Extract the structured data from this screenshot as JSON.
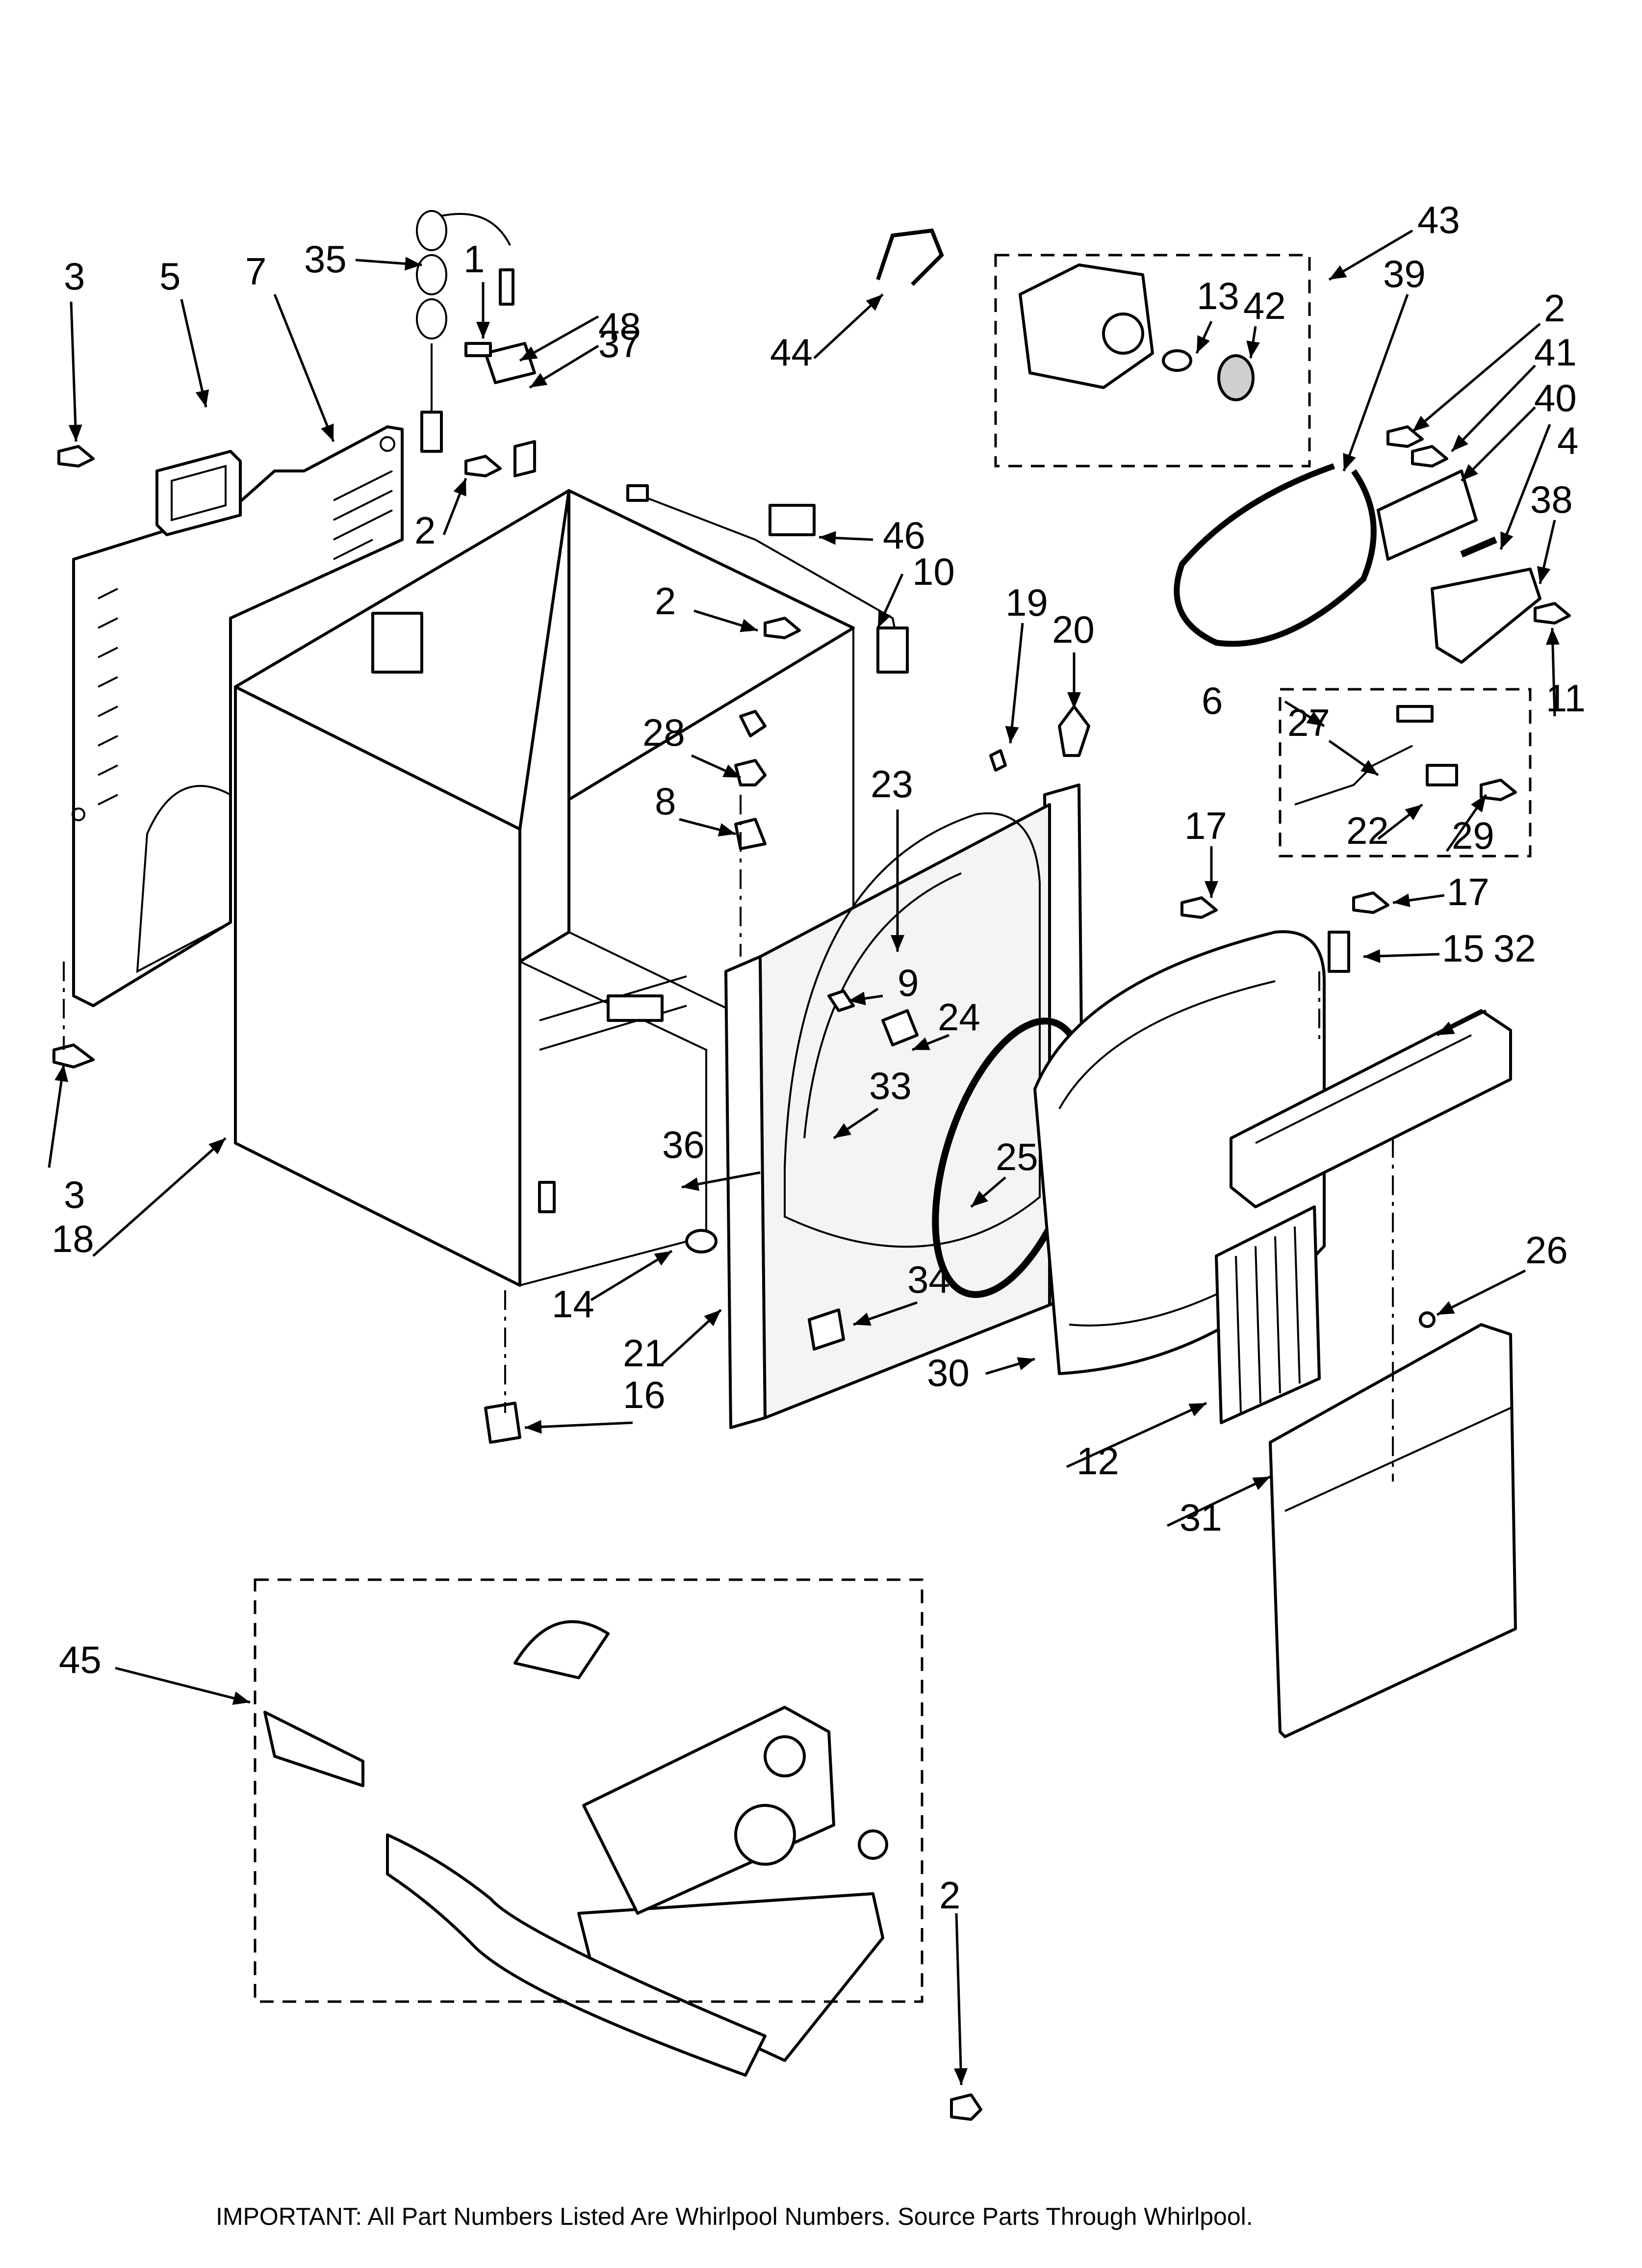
{
  "footer_note": "IMPORTANT: All Part Numbers Listed Are Whirlpool Numbers. Source Parts Through Whirlpool.",
  "callouts": [
    {
      "id": "c1",
      "label": "1"
    },
    {
      "id": "c2a",
      "label": "2"
    },
    {
      "id": "c2b",
      "label": "2"
    },
    {
      "id": "c2c",
      "label": "2"
    },
    {
      "id": "c2d",
      "label": "2"
    },
    {
      "id": "c3a",
      "label": "3"
    },
    {
      "id": "c3b",
      "label": "3"
    },
    {
      "id": "c4",
      "label": "4"
    },
    {
      "id": "c5",
      "label": "5"
    },
    {
      "id": "c6",
      "label": "6"
    },
    {
      "id": "c7",
      "label": "7"
    },
    {
      "id": "c8",
      "label": "8"
    },
    {
      "id": "c9",
      "label": "9"
    },
    {
      "id": "c10",
      "label": "10"
    },
    {
      "id": "c11",
      "label": "11"
    },
    {
      "id": "c12",
      "label": "12"
    },
    {
      "id": "c13",
      "label": "13"
    },
    {
      "id": "c14",
      "label": "14"
    },
    {
      "id": "c15",
      "label": "15"
    },
    {
      "id": "c16",
      "label": "16"
    },
    {
      "id": "c17a",
      "label": "17"
    },
    {
      "id": "c17b",
      "label": "17"
    },
    {
      "id": "c18",
      "label": "18"
    },
    {
      "id": "c19",
      "label": "19"
    },
    {
      "id": "c20",
      "label": "20"
    },
    {
      "id": "c21",
      "label": "21"
    },
    {
      "id": "c22",
      "label": "22"
    },
    {
      "id": "c23",
      "label": "23"
    },
    {
      "id": "c24",
      "label": "24"
    },
    {
      "id": "c25",
      "label": "25"
    },
    {
      "id": "c26",
      "label": "26"
    },
    {
      "id": "c27",
      "label": "27"
    },
    {
      "id": "c28",
      "label": "28"
    },
    {
      "id": "c29",
      "label": "29"
    },
    {
      "id": "c30",
      "label": "30"
    },
    {
      "id": "c31",
      "label": "31"
    },
    {
      "id": "c32",
      "label": "32"
    },
    {
      "id": "c33",
      "label": "33"
    },
    {
      "id": "c34",
      "label": "34"
    },
    {
      "id": "c35",
      "label": "35"
    },
    {
      "id": "c36",
      "label": "36"
    },
    {
      "id": "c37",
      "label": "37"
    },
    {
      "id": "c38",
      "label": "38"
    },
    {
      "id": "c39",
      "label": "39"
    },
    {
      "id": "c40",
      "label": "40"
    },
    {
      "id": "c41",
      "label": "41"
    },
    {
      "id": "c42",
      "label": "42"
    },
    {
      "id": "c43",
      "label": "43"
    },
    {
      "id": "c44",
      "label": "44"
    },
    {
      "id": "c45",
      "label": "45"
    },
    {
      "id": "c46",
      "label": "46"
    },
    {
      "id": "c48",
      "label": "48"
    }
  ]
}
